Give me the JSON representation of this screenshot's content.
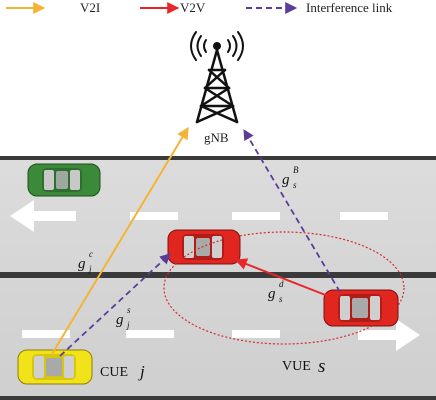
{
  "legend": {
    "v2i": "V2I",
    "v2v": "V2V",
    "interference": "Interference link"
  },
  "labels": {
    "gnb": "gNB",
    "cue": "CUE",
    "cue_index": "j",
    "vue": "VUE",
    "vue_index": "s"
  },
  "links": {
    "gc_base": "g",
    "gc_sub": "j",
    "gc_sup": "c",
    "gjs_base": "g",
    "gjs_sub": "j",
    "gjs_sup": "s",
    "gsd_base": "g",
    "gsd_sub": "s",
    "gsd_sup": "d",
    "gsB_base": "g",
    "gsB_sub": "s",
    "gsB_sup": "B"
  },
  "colors": {
    "v2i": "#f5b335",
    "v2v": "#e8262a",
    "interference": "#5b3d99",
    "road": "#d4d4d4",
    "road_edge": "#3a3a3a",
    "lane_mark": "#ffffff",
    "cue_car": "#f2e21a",
    "vue_car": "#e0261f",
    "green_car": "#3a8a3a",
    "tower": "#111111"
  },
  "icons": {
    "tower": "cell-tower-icon",
    "left_arrow": "arrow-left-icon",
    "right_arrow": "arrow-right-icon"
  }
}
